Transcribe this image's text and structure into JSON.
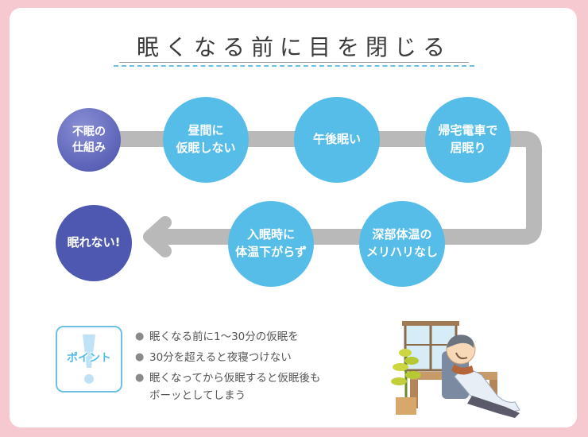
{
  "title": "眠くなる前に目を閉じる",
  "flow": {
    "start": "不眠の\n仕組み",
    "steps": [
      "昼間に\n仮眠しない",
      "午後眠い",
      "帰宅電車で\n居眠り",
      "深部体温の\nメリハリなし",
      "入眠時に\n体温下がらず"
    ],
    "end": "眠れない!"
  },
  "point": {
    "label": "ポイント",
    "tips": [
      "眠くなる前に1〜30分の仮眠を",
      "30分を超えると夜寝つけない",
      "眠くなってから仮眠すると仮眠後も\nボーッとしてしまう"
    ]
  },
  "colors": {
    "background": "#f6c8d0",
    "circle": "#56bde8",
    "start_circle": "#6b72c4",
    "end_circle": "#4f58b0",
    "arrow": "#b9b9b9",
    "accent_line": "#6cc0e6"
  }
}
